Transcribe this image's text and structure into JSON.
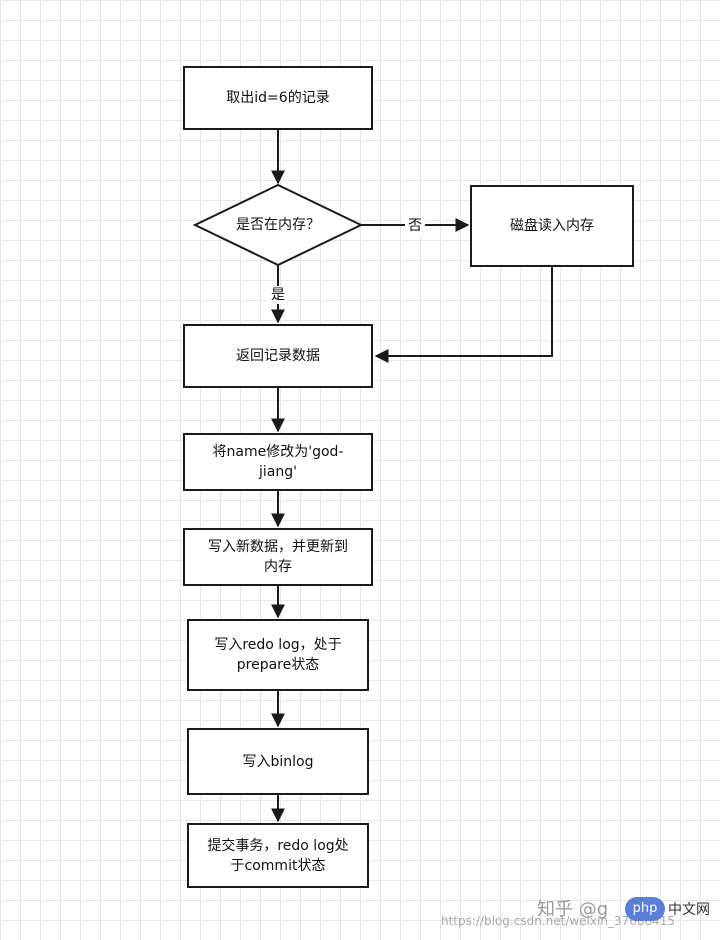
{
  "flowchart": {
    "nodes": {
      "fetch_record": "取出id=6的记录",
      "in_memory_question": "是否在内存？",
      "disk_read": "磁盘读入内存",
      "return_record": "返回记录数据",
      "modify_name_line1": "将name修改为'god-",
      "modify_name_line2": "jiang'",
      "write_new_line1": "写入新数据，并更新到",
      "write_new_line2": "内存",
      "write_redo_line1": "写入redo log，处于",
      "write_redo_line2": "prepare状态",
      "write_binlog": "写入binlog",
      "commit_line1": "提交事务，redo log处",
      "commit_line2": "于commit状态"
    },
    "edges": {
      "no_label": "否",
      "yes_label": "是"
    }
  },
  "watermark": {
    "brand": "知乎 @g",
    "php_badge": "php",
    "site": "中文网",
    "url": "https://blog.csdn.net/weixin_37686415"
  },
  "colors": {
    "stroke": "#1a1a1a",
    "grid": "#e6e6e6",
    "badge": "#5b7fd6"
  }
}
